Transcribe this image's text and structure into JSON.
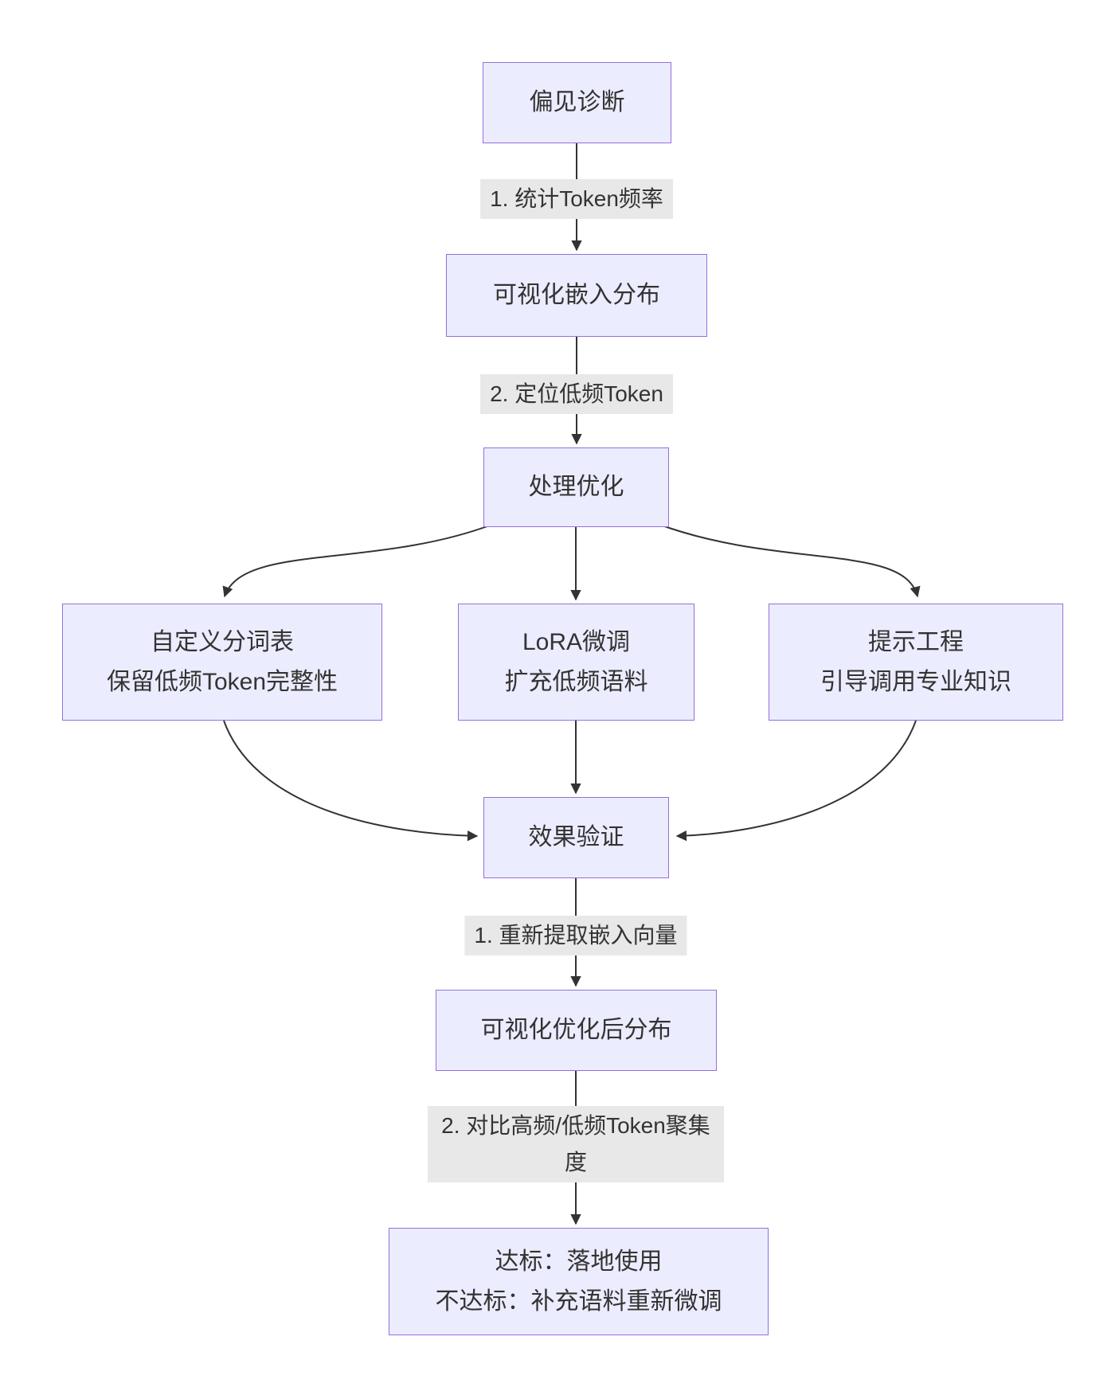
{
  "diagram": {
    "type": "flowchart",
    "colors": {
      "background": "#ffffff",
      "node_fill": "#ECECFF",
      "node_border": "#9370DB",
      "text": "#333333",
      "label_bg": "#e8e8e8",
      "arrow": "#333333"
    },
    "nodes": {
      "bias_diagnosis": {
        "label": "偏见诊断"
      },
      "visualize_embedding": {
        "label": "可视化嵌入分布"
      },
      "process_optimize": {
        "label": "处理优化"
      },
      "custom_tokenizer": {
        "label": "自定义分词表\n保留低频Token完整性"
      },
      "lora_finetune": {
        "label": "LoRA微调\n扩充低频语料"
      },
      "prompt_engineering": {
        "label": "提示工程\n引导调用专业知识"
      },
      "effect_validation": {
        "label": "效果验证"
      },
      "visualize_optimized": {
        "label": "可视化优化后分布"
      },
      "final_decision": {
        "label": "达标：落地使用\n不达标：补充语料重新微调"
      }
    },
    "edge_labels": {
      "count_token_freq": "1. 统计Token频率",
      "locate_low_freq": "2. 定位低频Token",
      "re_extract_embedding": "1. 重新提取嵌入向量",
      "compare_clustering": "2. 对比高频/低频Token聚集度"
    }
  }
}
